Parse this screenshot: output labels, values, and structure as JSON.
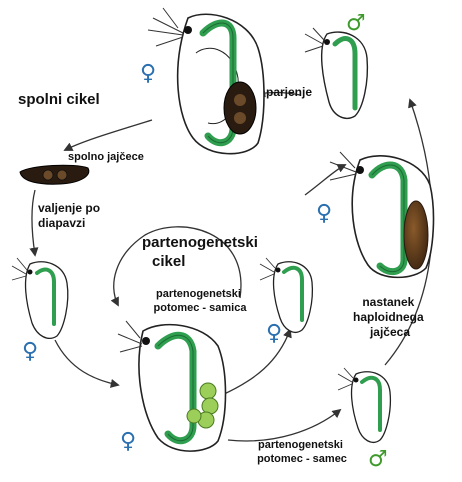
{
  "title_sexual": "spolni cikel",
  "title_parthenogenetic": [
    "partenogenetski",
    "cikel"
  ],
  "labels": {
    "mating": "parjenje",
    "sexual_egg": "spolno jajčece",
    "hatching": [
      "valjenje po",
      "diapavzi"
    ],
    "parthenogenetic_female": [
      "partenogenetski",
      "potomec - samica"
    ],
    "parthenogenetic_male": [
      "partenogenetski",
      "potomec - samec"
    ],
    "haploid_egg": [
      "nastanek",
      "haploidnega",
      "jajčeca"
    ]
  },
  "symbols": {
    "female": "♀",
    "male": "♂"
  },
  "colors": {
    "gut": "#2f9e4f",
    "gut_edge": "#1b6b33",
    "female_symbol": "#2a6fb0",
    "male_symbol": "#3f9a2c",
    "egg_dark": "#3b2a1a",
    "diapause_egg": "#6b4a2a",
    "parth_egg": "#9ccf5a",
    "body_fill": "#ffffff",
    "outline": "#222222",
    "arrow": "#333333"
  }
}
